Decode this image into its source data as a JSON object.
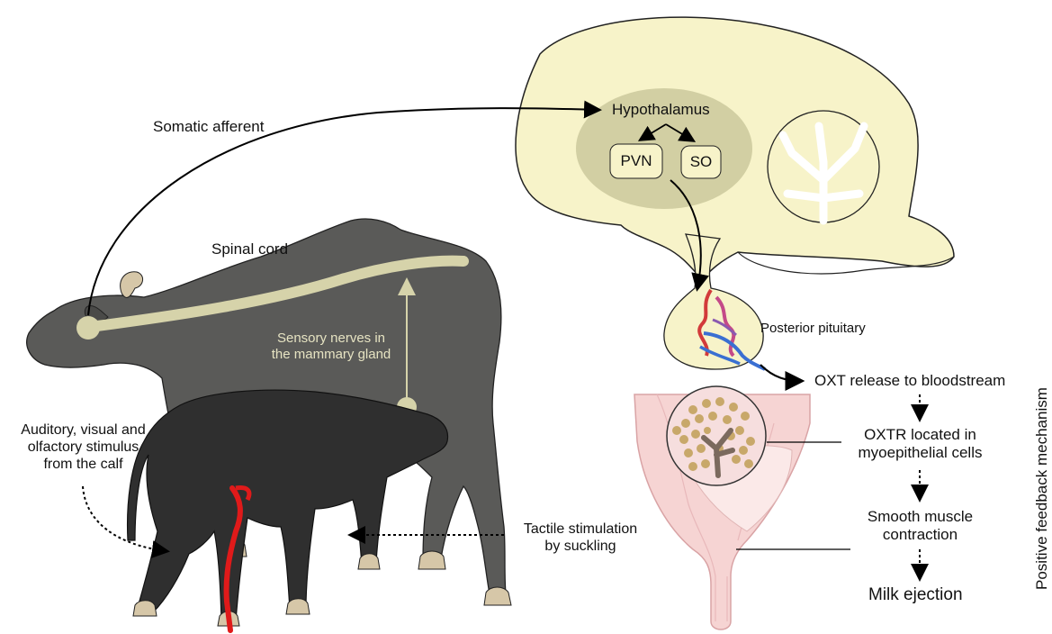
{
  "labels": {
    "somatic_afferent": "Somatic afferent",
    "hypothalamus": "Hypothalamus",
    "pvn": "PVN",
    "so": "SO",
    "spinal_cord": "Spinal cord",
    "sensory_nerves": "Sensory nerves in\nthe mammary gland",
    "posterior_pituitary": "Posterior pituitary",
    "oxt_release": "OXT release to bloodstream",
    "oxtr_located": "OXTR located in\nmyoepithelial cells",
    "smooth_muscle": "Smooth muscle\ncontraction",
    "milk_ejection": "Milk ejection",
    "auditory_stimulus": "Auditory, visual and\nolfactory stimulus\nfrom the calf",
    "tactile_stimulation": "Tactile stimulation\nby suckling",
    "positive_feedback": "Positive feedback mechanism"
  },
  "colors": {
    "brain": "#f7f3c9",
    "hypothalamus_region": "#d2cfa3",
    "cow_body": "#5a5a58",
    "calf_body": "#2f2f2f",
    "spinal_cord": "#d6d3aa",
    "gland": "#f6d4d3",
    "artery": "#d23a3a",
    "vein": "#3a6fd2",
    "umbilical": "#e01a1a"
  },
  "icons": [
    "brain-illustration",
    "buffalo-cow-illustration",
    "calf-illustration",
    "mammary-alveolus-illustration",
    "pituitary-vessels-illustration"
  ]
}
